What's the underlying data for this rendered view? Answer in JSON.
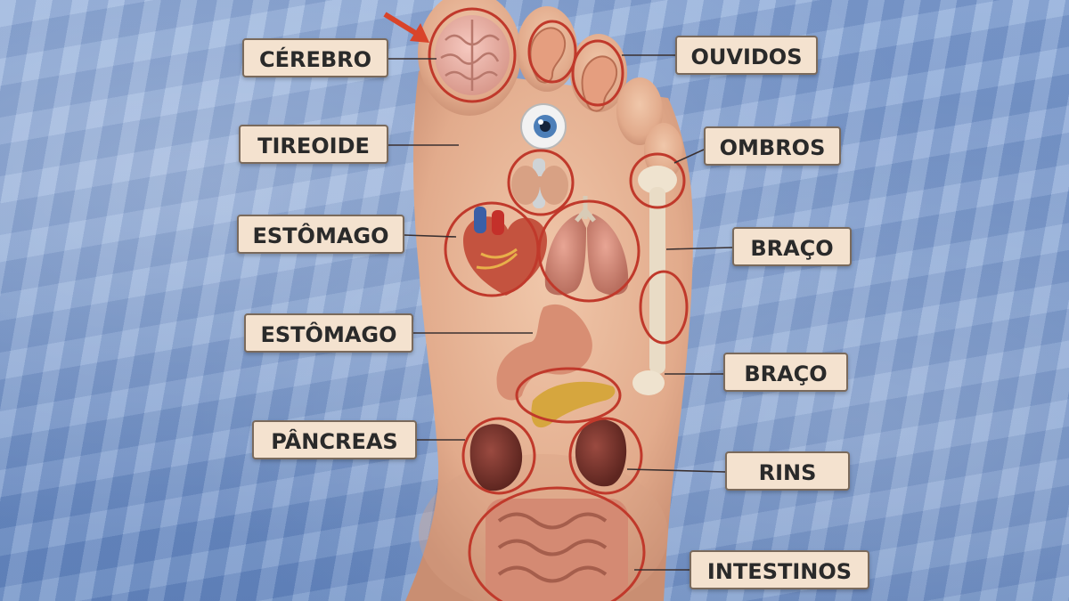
{
  "labels": {
    "cerebro": "CÉREBRO",
    "ouvidos": "OUVIDOS",
    "tireoide": "TIREOIDE",
    "ombros": "OMBROS",
    "estomago_1": "ESTÔMAGO",
    "braco_1": "BRAÇO",
    "estomago_2": "ESTÔMAGO",
    "braco_2": "BRAÇO",
    "pancreas": "PÂNCREAS",
    "rins": "RINS",
    "intestinos": "INTESTINOS"
  },
  "colors": {
    "circle": "#c0392b",
    "arrow": "#d9442a",
    "label_bg": "#f4e2cf",
    "label_border": "#7a6a5c",
    "skin": "#e8b89a"
  }
}
